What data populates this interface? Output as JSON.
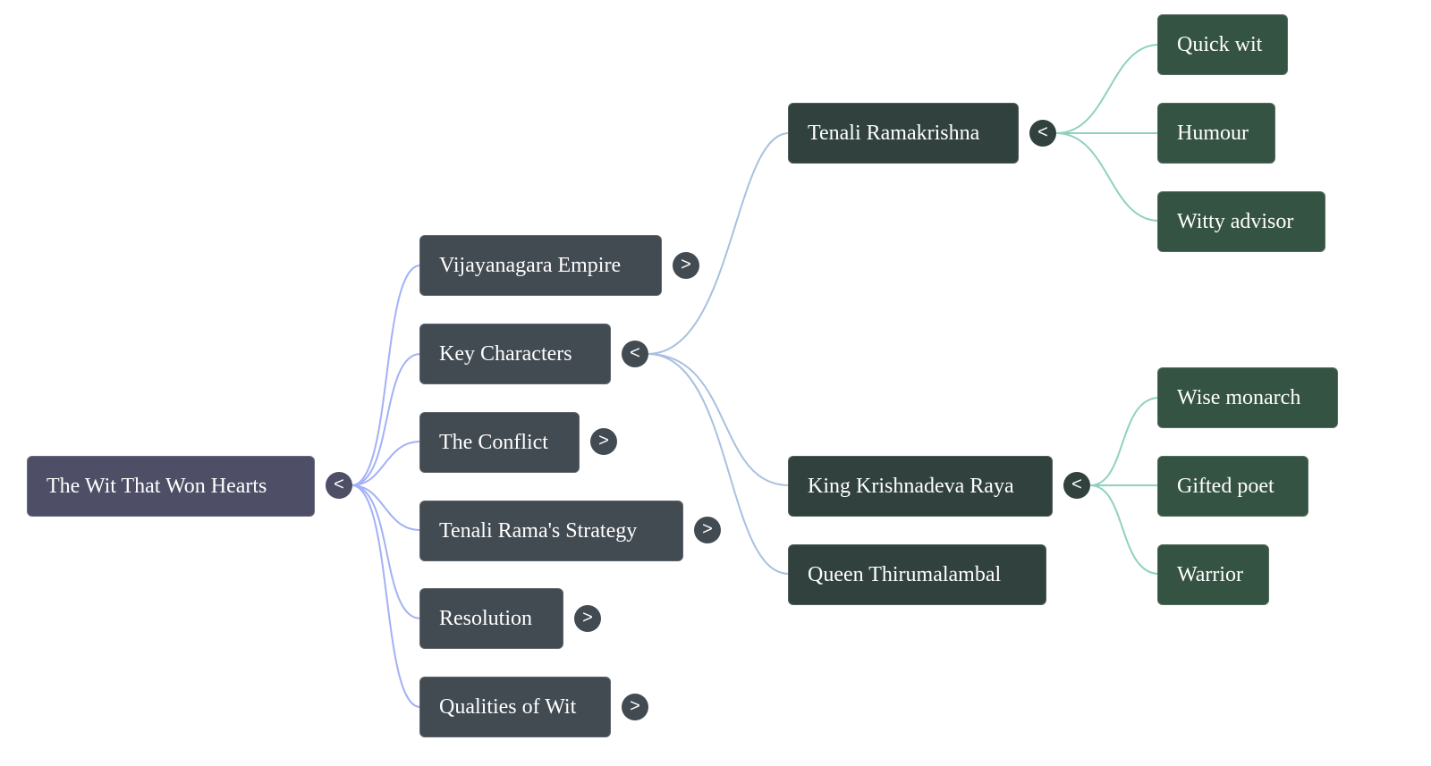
{
  "mindmap": {
    "root": {
      "label": "The Wit That Won Hearts",
      "toggle": "<",
      "expanded": true
    },
    "branches": [
      {
        "label": "Vijayanagara Empire",
        "toggle": ">",
        "expanded": false
      },
      {
        "label": "Key Characters",
        "toggle": "<",
        "expanded": true,
        "children": [
          {
            "label": "Tenali Ramakrishna",
            "toggle": "<",
            "expanded": true,
            "children": [
              {
                "label": "Quick wit"
              },
              {
                "label": "Humour"
              },
              {
                "label": "Witty advisor"
              }
            ]
          },
          {
            "label": "King Krishnadeva Raya",
            "toggle": "<",
            "expanded": true,
            "children": [
              {
                "label": "Wise monarch"
              },
              {
                "label": "Gifted poet"
              },
              {
                "label": "Warrior"
              }
            ]
          },
          {
            "label": "Queen Thirumalambal"
          }
        ]
      },
      {
        "label": "The Conflict",
        "toggle": ">",
        "expanded": false
      },
      {
        "label": "Tenali Rama's Strategy",
        "toggle": ">",
        "expanded": false
      },
      {
        "label": "Resolution",
        "toggle": ">",
        "expanded": false
      },
      {
        "label": "Qualities of Wit",
        "toggle": ">",
        "expanded": false
      }
    ]
  },
  "colors": {
    "root_fill": "#4e4f66",
    "branch_fill": "#424a52",
    "character_fill": "#31423e",
    "trait_fill": "#355343",
    "edge_root": "#a3b1f5",
    "edge_branch": "#a9c0e0",
    "edge_character": "#8fd1bf",
    "text": "#ffffff"
  }
}
